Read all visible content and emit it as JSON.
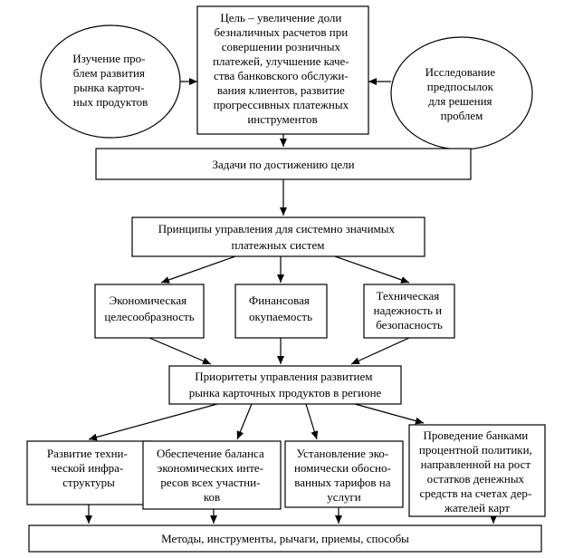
{
  "nodes": {
    "goal": [
      "Цель – увеличение доли",
      "безналичных расчетов при",
      "совершении розничных",
      "платежей, улучшение каче-",
      "ства банковского обслужи-",
      "вания клиентов, развитие",
      "прогрессивных платежных",
      "инструментов"
    ],
    "study_problems": [
      "Изучение про-",
      "блем развития",
      "рынка карточ-",
      "ных продуктов"
    ],
    "research_prereq": [
      "Исследование",
      "предпосылок",
      "для решения",
      "проблем"
    ],
    "tasks": [
      "Задачи по достижению цели"
    ],
    "principles": [
      "Принципы управления для системно значимых",
      "платежных систем"
    ],
    "econ": [
      "Экономическая",
      "целесообразность"
    ],
    "fin": [
      "Финансовая",
      "окупаемость"
    ],
    "tech": [
      "Техническая",
      "надежность и",
      "безопасность"
    ],
    "priorities": [
      "Приоритеты управления развитием",
      "рынка карточных продуктов в регионе"
    ],
    "infra": [
      "Развитие техни-",
      "ческой инфра-",
      "структуры"
    ],
    "balance": [
      "Обеспечение баланса",
      "экономических инте-",
      "ресов  всех участни-",
      "ков"
    ],
    "tariffs": [
      "Установление эко-",
      "номически обосно-",
      "ванных тарифов на",
      "услуги"
    ],
    "interest": [
      "Проведение банками",
      "процентной политики,",
      "направленной на рост",
      "остатков денежных",
      "средств на счетах дер-",
      "жателей карт"
    ],
    "methods": [
      "Методы, инструменты, рычаги, приемы, способы"
    ]
  }
}
